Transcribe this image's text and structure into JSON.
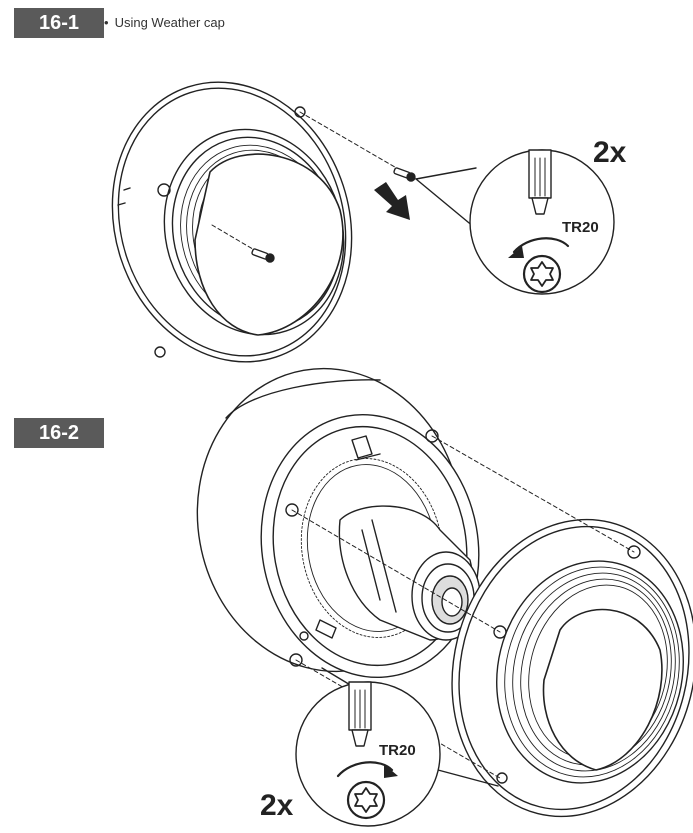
{
  "steps": [
    {
      "number": "16-1",
      "caption": "Using Weather cap",
      "multiplier": "2x",
      "tool": "TR20"
    },
    {
      "number": "16-2",
      "multiplier": "2x",
      "tool": "TR20"
    }
  ],
  "icons": {
    "bullet": "•",
    "direction_arrow": "arrow-icon",
    "rotation": "rotate-icon",
    "driver": "screwdriver-icon",
    "torx": "torx-icon"
  }
}
